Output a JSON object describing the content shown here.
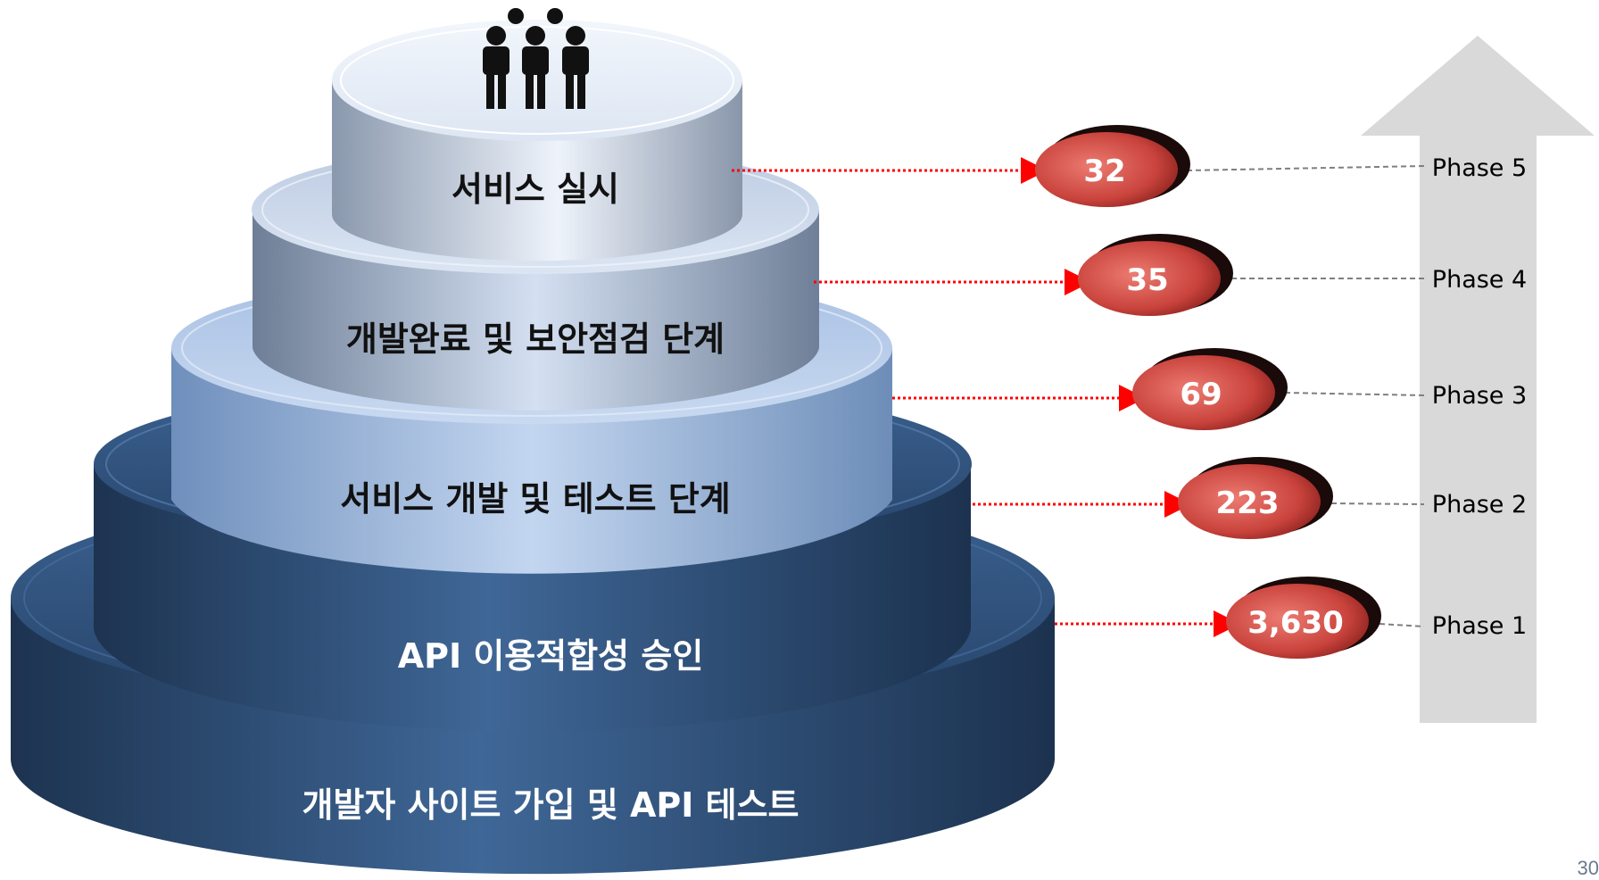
{
  "tiers": [
    {
      "label": "개발자 사이트 가입 및 API 테스트",
      "phase": "Phase 1",
      "count": "3,630"
    },
    {
      "label": "API 이용적합성 승인",
      "phase": "Phase 2",
      "count": "223"
    },
    {
      "label": "서비스 개발 및 테스트 단계",
      "phase": "Phase 3",
      "count": "69"
    },
    {
      "label": "개발완료 및 보안점검 단계",
      "phase": "Phase 4",
      "count": "35"
    },
    {
      "label": "서비스 실시",
      "phase": "Phase 5",
      "count": "32"
    }
  ],
  "top_icon": "people-group-icon",
  "page_number": "30",
  "colors": {
    "dark_tier": "#2b4a72",
    "light_tier": "#b7cbe8",
    "top_tier": "#e4ecf8",
    "badge": "#d9534a",
    "pointer_line": "#ff0000",
    "phase_arrow": "#d9d9d9"
  }
}
